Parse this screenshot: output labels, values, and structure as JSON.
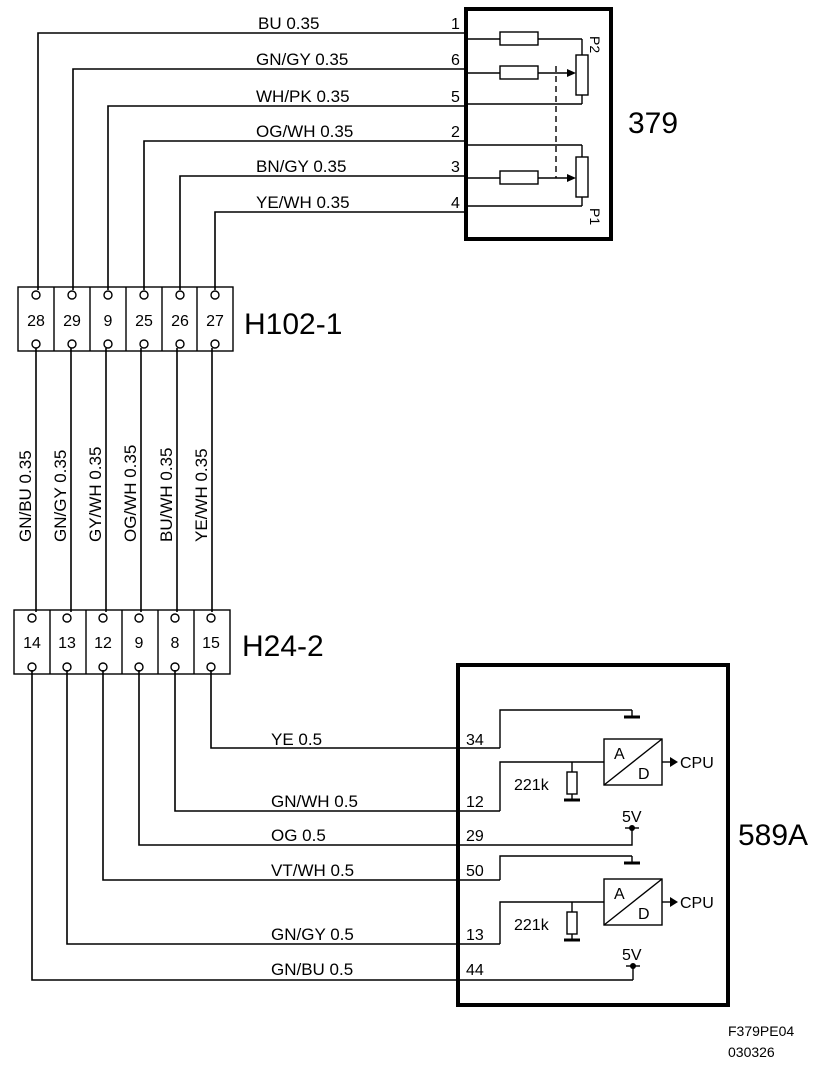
{
  "components": {
    "c379": {
      "label": "379"
    },
    "c589a": {
      "label": "589A"
    },
    "h102": {
      "label": "H102-1",
      "pins": [
        "28",
        "29",
        "9",
        "25",
        "26",
        "27"
      ]
    },
    "h24": {
      "label": "H24-2",
      "pins": [
        "14",
        "13",
        "12",
        "9",
        "8",
        "15"
      ]
    }
  },
  "potentiometers": {
    "p2": "P2",
    "p1": "P1"
  },
  "wires_379": [
    {
      "label": "BU  0.35",
      "pin": "1"
    },
    {
      "label": "GN/GY  0.35",
      "pin": "6"
    },
    {
      "label": "WH/PK  0.35",
      "pin": "5"
    },
    {
      "label": "OG/WH  0.35",
      "pin": "2"
    },
    {
      "label": "BN/GY  0.35",
      "pin": "3"
    },
    {
      "label": "YE/WH  0.35",
      "pin": "4"
    }
  ],
  "wires_vertical": [
    "GN/BU  0.35",
    "GN/GY  0.35",
    "GY/WH  0.35",
    "OG/WH  0.35",
    "BU/WH  0.35",
    "YE/WH  0.35"
  ],
  "wires_589a": [
    {
      "label": "YE  0.5",
      "pin": "34"
    },
    {
      "label": "GN/WH  0.5",
      "pin": "12"
    },
    {
      "label": "OG  0.5",
      "pin": "29"
    },
    {
      "label": "VT/WH  0.5",
      "pin": "50"
    },
    {
      "label": "GN/GY  0.5",
      "pin": "13"
    },
    {
      "label": "GN/BU  0.5",
      "pin": "44"
    }
  ],
  "internal_589a": {
    "adc_a": "A",
    "adc_d": "D",
    "cpu": "CPU",
    "resistor": "221k",
    "supply": "5V"
  },
  "reference": {
    "code": "F379PE04",
    "date": "030326"
  }
}
